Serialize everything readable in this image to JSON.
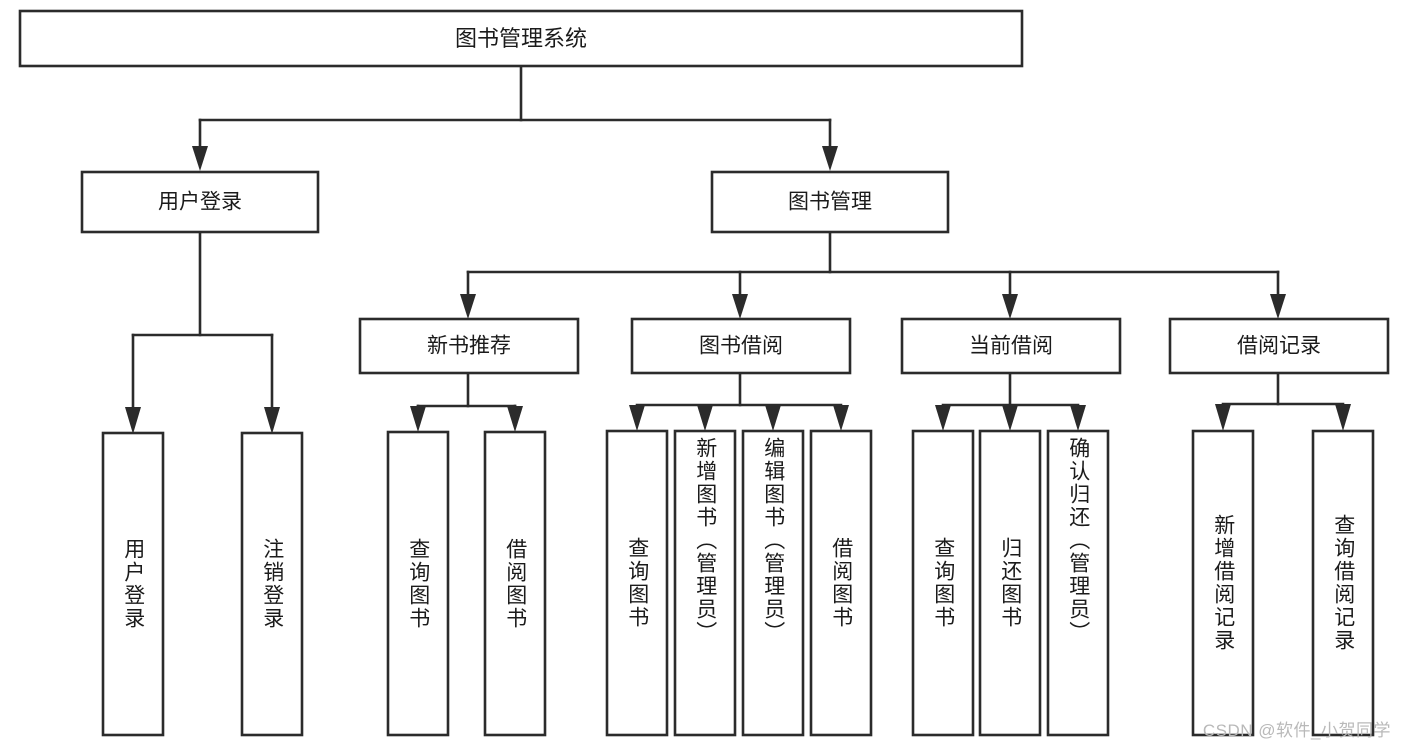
{
  "diagram": {
    "title": "图书管理系统",
    "watermark": "CSDN @软件_小贺同学",
    "colors": {
      "background": "#ffffff",
      "stroke": "#2b2b2b",
      "box_fill": "#ffffff",
      "text": "#1b1b1b",
      "watermark": "#b9b9b9"
    },
    "root": {
      "label": "图书管理系统"
    },
    "level2": [
      {
        "id": "user-login",
        "label": "用户登录"
      },
      {
        "id": "book-manage",
        "label": "图书管理"
      }
    ],
    "level3": [
      {
        "id": "new-book-recommend",
        "label": "新书推荐",
        "parent": "book-manage"
      },
      {
        "id": "book-borrow",
        "label": "图书借阅",
        "parent": "book-manage"
      },
      {
        "id": "current-borrow",
        "label": "当前借阅",
        "parent": "book-manage"
      },
      {
        "id": "borrow-record",
        "label": "借阅记录",
        "parent": "book-manage"
      }
    ],
    "leaves": [
      {
        "id": "leaf-user-login",
        "label": "用户登录",
        "parent": "user-login"
      },
      {
        "id": "leaf-logout",
        "label": "注销登录",
        "parent": "user-login"
      },
      {
        "id": "leaf-query-book-1",
        "label": "查询图书",
        "parent": "new-book-recommend"
      },
      {
        "id": "leaf-borrow-book-1",
        "label": "借阅图书",
        "parent": "new-book-recommend"
      },
      {
        "id": "leaf-query-book-2",
        "label": "查询图书",
        "parent": "book-borrow"
      },
      {
        "id": "leaf-add-book",
        "label": "新增图书（管理员）",
        "parent": "book-borrow"
      },
      {
        "id": "leaf-edit-book",
        "label": "编辑图书（管理员）",
        "parent": "book-borrow"
      },
      {
        "id": "leaf-borrow-book-2",
        "label": "借阅图书",
        "parent": "book-borrow"
      },
      {
        "id": "leaf-query-book-3",
        "label": "查询图书",
        "parent": "current-borrow"
      },
      {
        "id": "leaf-return-book",
        "label": "归还图书",
        "parent": "current-borrow"
      },
      {
        "id": "leaf-confirm-return",
        "label": "确认归还（管理员）",
        "parent": "current-borrow"
      },
      {
        "id": "leaf-add-record",
        "label": "新增借阅记录",
        "parent": "borrow-record"
      },
      {
        "id": "leaf-query-record",
        "label": "查询借阅记录",
        "parent": "borrow-record"
      }
    ]
  }
}
